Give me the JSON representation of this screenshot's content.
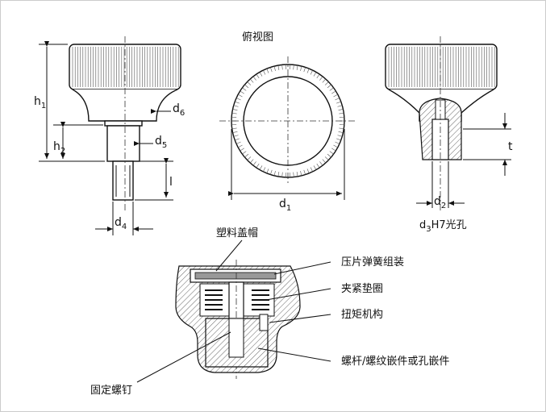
{
  "labels": {
    "top_view": "俯视图",
    "h1": "h",
    "h1_sub": "1",
    "h2": "h",
    "h2_sub": "2",
    "d6": "d",
    "d6_sub": "6",
    "d5": "d",
    "d5_sub": "5",
    "l": "l",
    "d4": "d",
    "d4_sub": "4",
    "d1": "d",
    "d1_sub": "1",
    "t": "t",
    "d2": "d",
    "d2_sub": "2",
    "d3_prefix": "d",
    "d3_sub": "3",
    "d3_suffix": "H7光孔"
  },
  "callouts": {
    "plastic_cap": "塑料盖帽",
    "spring_assembly": "压片弹簧组装",
    "clamp_washer": "夹紧垫圈",
    "torque_mechanism": "扭矩机构",
    "screw_insert": "螺杆/螺纹嵌件或孔嵌件",
    "set_screw": "固定螺钉"
  },
  "colors": {
    "line": "#111111",
    "hatch": "#555555",
    "border": "#cccccc"
  }
}
